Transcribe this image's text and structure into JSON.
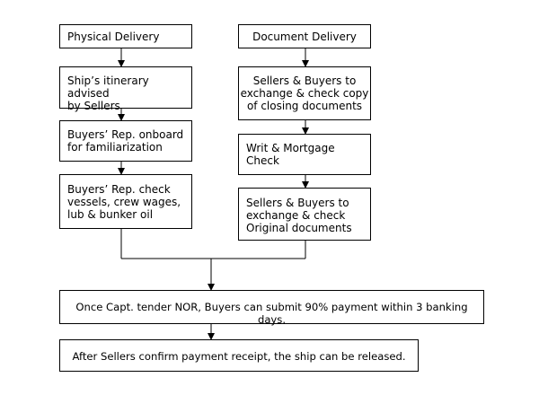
{
  "left_column": {
    "physical_delivery": "Physical Delivery",
    "itinerary": [
      "Ship’s itinerary advised",
      "by Sellers"
    ],
    "familiarization": [
      "Buyers’ Rep. onboard",
      "for familiarization"
    ],
    "check_vessels": [
      "Buyers’ Rep. check",
      "vessels, crew wages,",
      "lub & bunker oil"
    ]
  },
  "right_column": {
    "document_delivery": "Document Delivery",
    "exchange_copy": [
      "Sellers & Buyers to",
      "exchange & check copy",
      "of closing documents"
    ],
    "writ_mortgage": [
      "Writ & Mortgage",
      "Check"
    ],
    "exchange_original": [
      "Sellers & Buyers to",
      "exchange & check",
      "Original documents"
    ]
  },
  "bottom": {
    "payment": "Once Capt. tender NOR, Buyers can submit 90% payment within 3 banking days.",
    "release": "After Sellers confirm payment receipt, the ship can be released."
  }
}
